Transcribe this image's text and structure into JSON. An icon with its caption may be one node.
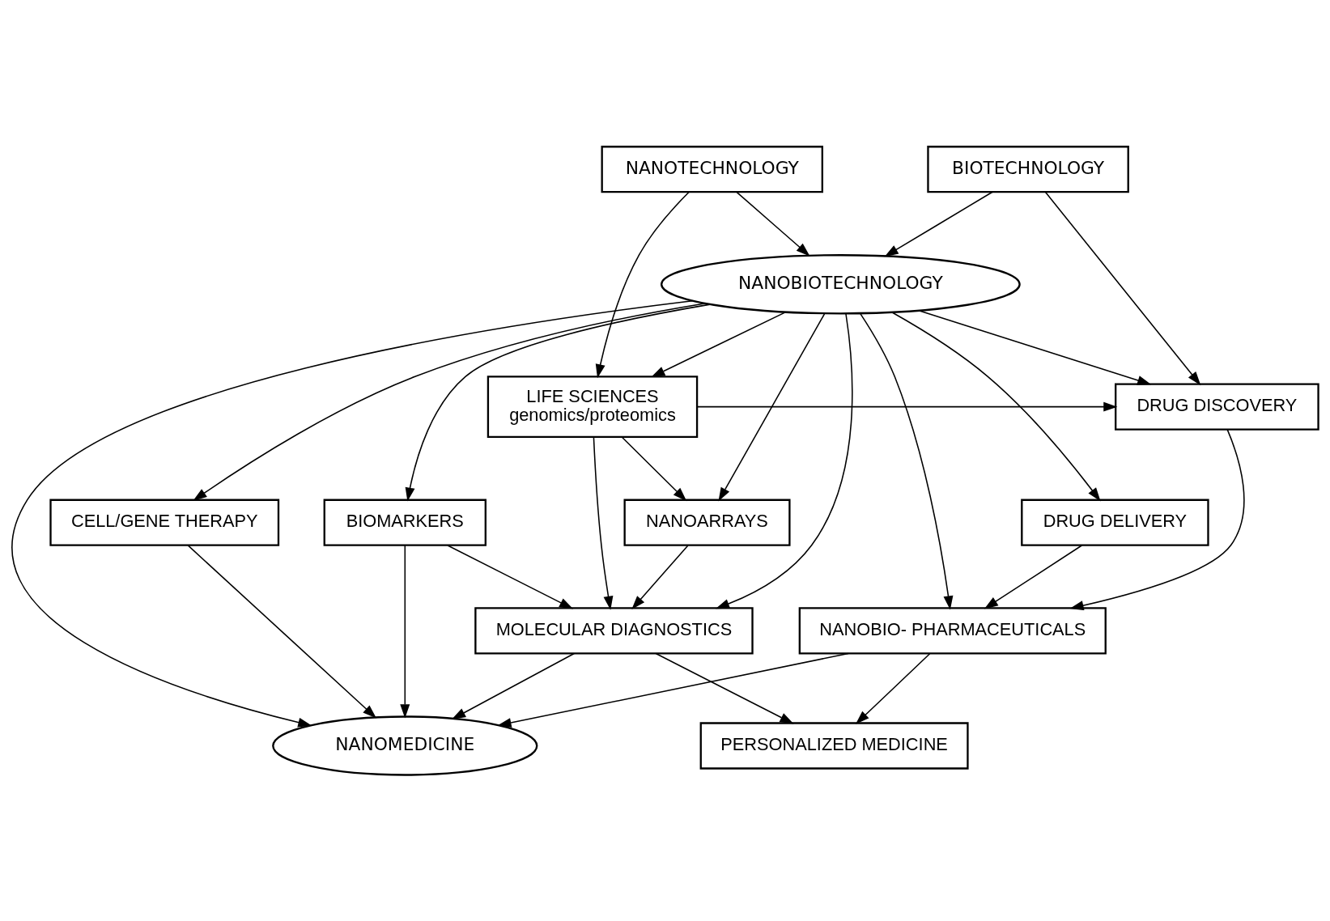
{
  "diagram": {
    "nodes": [
      {
        "text": [
          "BIOTECHNOLOGY"
        ]
      },
      {
        "text": [
          "NANOTECHNOLOGY"
        ]
      },
      {
        "text": [
          "DRUG DISCOVERY"
        ]
      },
      {
        "text": [
          "NANOBIOTECHNOLOGY"
        ]
      },
      {
        "text": [
          "LIFE SCIENCES",
          "genomics/proteomics"
        ]
      },
      {
        "text": [
          "DRUG DELIVERY"
        ]
      },
      {
        "text": [
          "NANOARRAYS"
        ]
      },
      {
        "text": [
          "CELL/GENE THERAPY"
        ]
      },
      {
        "text": [
          "BIOMARKERS"
        ]
      },
      {
        "text": [
          "NANOBIO- PHARMACEUTICALS"
        ]
      },
      {
        "text": [
          "MOLECULAR DIAGNOSTICS"
        ]
      },
      {
        "text": [
          "NANOMEDICINE"
        ]
      },
      {
        "text": [
          "PERSONALIZED MEDICINE"
        ]
      }
    ],
    "edges": [
      {
        "from": 4,
        "to": 2,
        "arrow": "to"
      },
      {
        "from": 0,
        "to": 2,
        "arrow": "to"
      },
      {
        "from": 0,
        "to": 3,
        "arrow": "to"
      },
      {
        "from": 1,
        "to": 3,
        "arrow": "to"
      },
      {
        "from": 1,
        "to": 4,
        "arrow": "to"
      },
      {
        "from": 3,
        "to": 2,
        "arrow": "to"
      },
      {
        "from": 3,
        "to": 4,
        "arrow": "to"
      },
      {
        "from": 3,
        "to": 5,
        "arrow": "to"
      },
      {
        "from": 3,
        "to": 6,
        "arrow": "to"
      },
      {
        "from": 3,
        "to": 9,
        "arrow": "to"
      },
      {
        "from": 3,
        "to": 7,
        "arrow": "to"
      },
      {
        "from": 3,
        "to": 11,
        "arrow": "to"
      },
      {
        "from": 3,
        "to": 8,
        "arrow": "to"
      },
      {
        "from": 3,
        "to": 10,
        "arrow": "to"
      },
      {
        "from": 2,
        "to": 9,
        "arrow": "to"
      },
      {
        "from": 5,
        "to": 9,
        "arrow": "to"
      },
      {
        "from": 4,
        "to": 6,
        "arrow": "to"
      },
      {
        "from": 4,
        "to": 10,
        "arrow": "to"
      },
      {
        "from": 6,
        "to": 10,
        "arrow": "to"
      },
      {
        "from": 8,
        "to": 10,
        "arrow": "to"
      },
      {
        "from": 8,
        "to": 11,
        "arrow": "to"
      },
      {
        "from": 7,
        "to": 11,
        "arrow": "to"
      },
      {
        "from": 9,
        "to": 11,
        "arrow": "to"
      },
      {
        "from": 10,
        "to": 11,
        "arrow": "to"
      },
      {
        "from": 9,
        "to": 12,
        "arrow": "to"
      },
      {
        "from": 10,
        "to": 12,
        "arrow": "to"
      }
    ]
  }
}
